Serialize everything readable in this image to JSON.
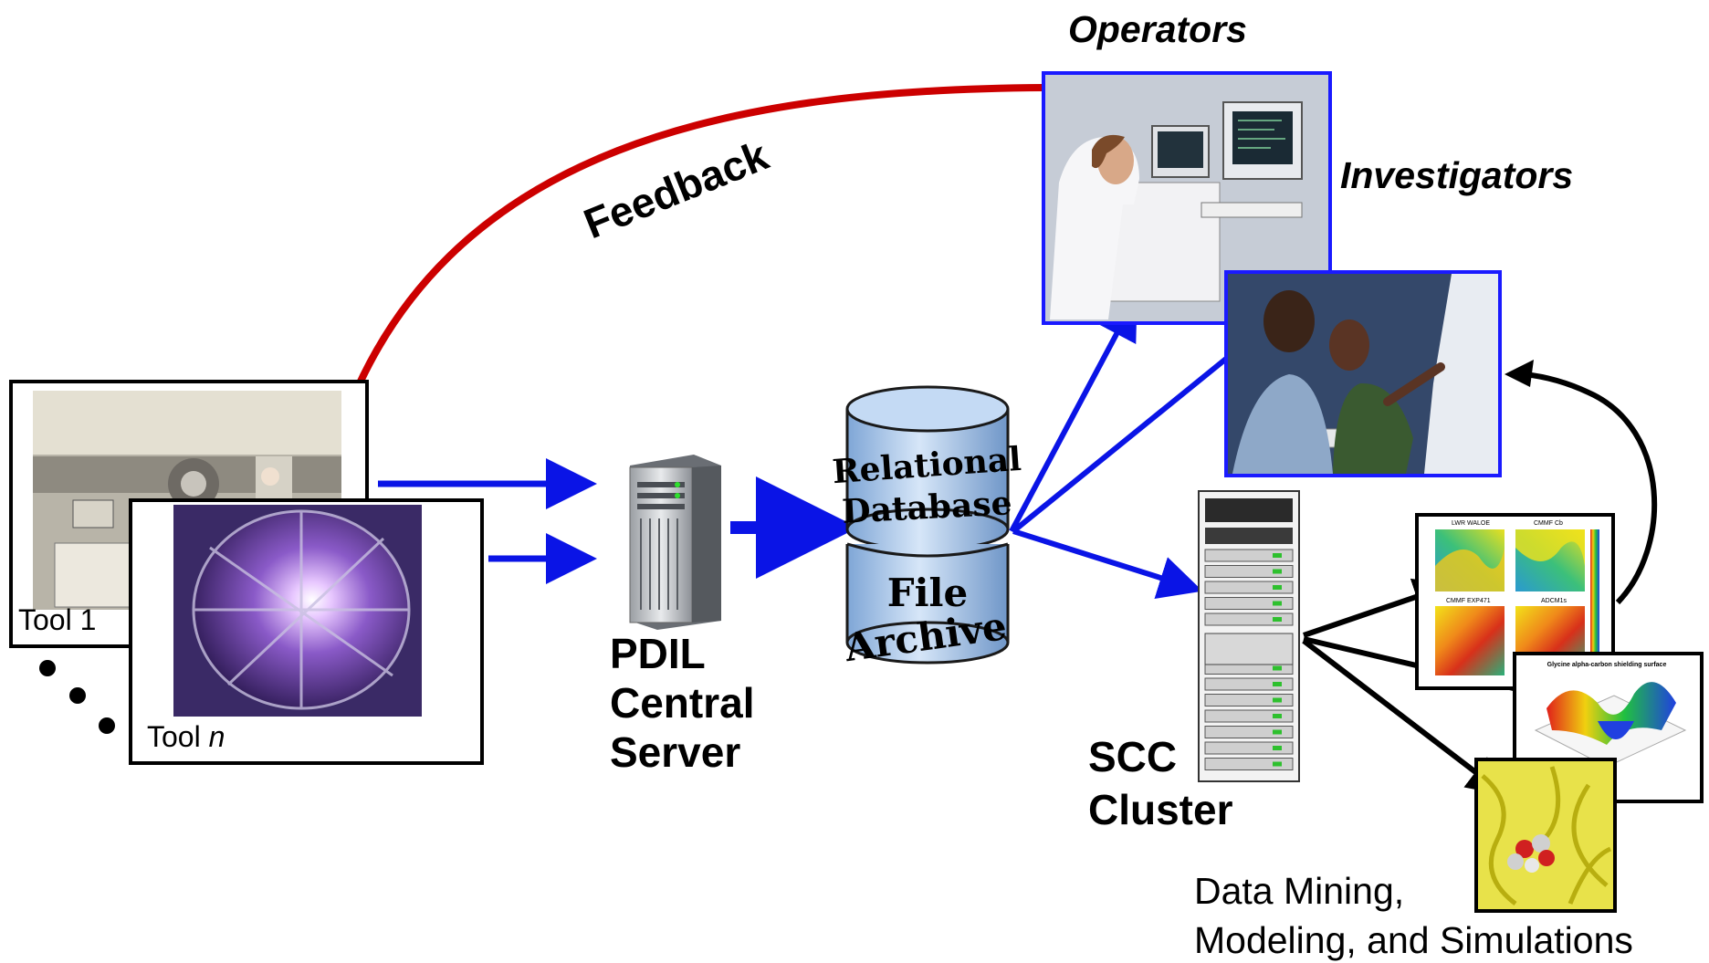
{
  "labels": {
    "operators": "Operators",
    "investigators": "Investigators",
    "feedback": "Feedback",
    "tool1": "Tool 1",
    "tool_n_prefix": "Tool ",
    "tool_n_var": "n",
    "server_line1": "PDIL",
    "server_line2": "Central",
    "server_line3": "Server",
    "db_line1": "Relational",
    "db_line2": "Database",
    "archive_line1": "File",
    "archive_line2": "Archive",
    "cluster_line1": "SCC",
    "cluster_line2": "Cluster",
    "mining_line1": "Data Mining,",
    "mining_line2": "Modeling, and Simulations"
  },
  "thumbnail_titles": {
    "heatmap_a": "LWR WALOE",
    "heatmap_b": "CMMF Cb",
    "heatmap_c": "CMMF EXP471",
    "heatmap_d": "ADCM1s",
    "surface_plot": "Glycine alpha-carbon shielding surface"
  },
  "colors": {
    "feedback_arrow": "#cc0000",
    "flow_arrow": "#0a14e6",
    "photo_border": "#1a1aff",
    "db_fill": "#a8c6ea"
  }
}
